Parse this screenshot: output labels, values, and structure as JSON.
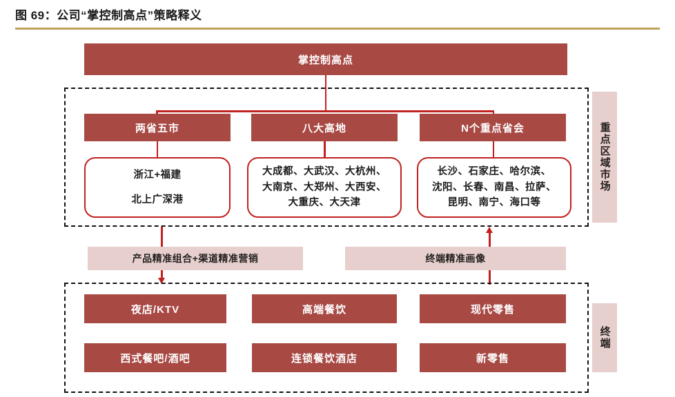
{
  "title": "图 69：公司“掌控制高点”策略释义",
  "colors": {
    "accent_red": "#a84944",
    "line_red": "#c0201f",
    "pink": "#e6cfcc",
    "title_rule_gold": "#bda158",
    "dashed_border": "#111111"
  },
  "diagram": {
    "root": {
      "label": "掌控制高点"
    },
    "region_top": {
      "side_label": "重点区域市场",
      "pillars": [
        {
          "header": "两省五市",
          "detail_lines": [
            "浙江+福建",
            "北上广深港"
          ],
          "spaced": true
        },
        {
          "header": "八大高地",
          "detail_lines": [
            "大成都、大武汉、大杭州、",
            "大南京、大郑州、大西安、",
            "大重庆、大天津"
          ],
          "spaced": false
        },
        {
          "header": "N个重点省会",
          "detail_lines": [
            "长沙、石家庄、哈尔滨、",
            "沈阳、长春、南昌、拉萨、",
            "昆明、南宁、海口等"
          ],
          "spaced": false
        }
      ]
    },
    "middle_band": [
      {
        "label": "产品精准组合+渠道精准营销"
      },
      {
        "label": "终端精准画像"
      }
    ],
    "region_bottom": {
      "side_label": "终端",
      "rows": [
        [
          "夜店/KTV",
          "高端餐饮",
          "现代零售"
        ],
        [
          "西式餐吧/酒吧",
          "连锁餐饮酒店",
          "新零售"
        ]
      ]
    }
  }
}
